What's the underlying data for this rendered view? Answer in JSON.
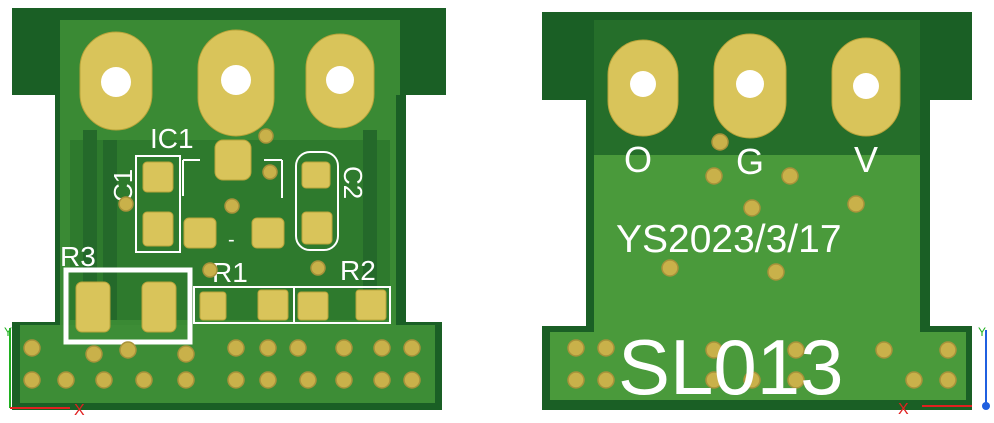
{
  "left_board": {
    "labels": {
      "ic1": "IC1",
      "c1": "C1",
      "c2": "C2",
      "r1": "R1",
      "r2": "R2",
      "r3": "R3",
      "dash": "-"
    },
    "axes": {
      "y": "Y",
      "x": "X"
    }
  },
  "right_board": {
    "pin_labels": {
      "o": "O",
      "g": "G",
      "v": "V"
    },
    "date_text": "YS2023/3/17",
    "model_text": "SL013",
    "axes": {
      "x": "X",
      "y": "Y"
    }
  },
  "colors": {
    "board_green": "#1f6a2a",
    "board_dark": "#16511f",
    "copper_green": "#3f8f36",
    "copper_light": "#4c9b3c",
    "pad_gold": "#d9c45a",
    "silkscreen": "#ffffff",
    "axis_x": "#e02020",
    "axis_y": "#20b020"
  }
}
